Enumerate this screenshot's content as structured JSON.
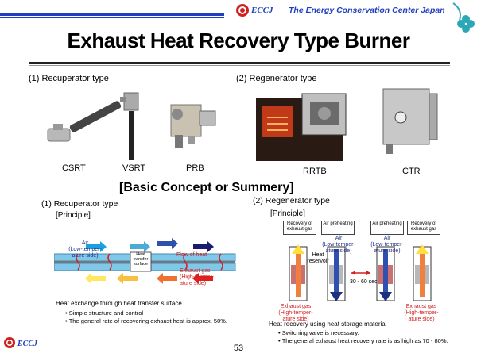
{
  "header": {
    "org_logo_text": "ECCJ",
    "org_name": "The Energy Conservation Center Japan"
  },
  "title": "Exhaust Heat Recovery Type Burner",
  "top_sections": {
    "recuperator": {
      "heading": "(1)  Recuperator type",
      "products": [
        "CSRT",
        "VSRT",
        "PRB"
      ]
    },
    "regenerator": {
      "heading": "(2)  Regenerator type",
      "products": [
        "RRTB",
        "CTR"
      ]
    }
  },
  "basic_concept_heading": "[Basic Concept or Summery]",
  "recuperator_principle": {
    "heading": "(1)  Recuperator type",
    "subheading": "[Principle]",
    "air_label": "Air\n(Low-temper-\nature side)",
    "surface_label": "Heat\ntransfer\nsurface",
    "flow_label": "Flow of heat",
    "exhaust_label": "Exhaust gas\n(High-temper-\nature side)",
    "summary": "Heat exchange through heat transfer surface",
    "bullets": [
      "Simple structure and control",
      "The general rate of recovering exhaust heat is approx. 50%."
    ]
  },
  "regenerator_principle": {
    "heading": "(2)  Regenerator type",
    "subheading": "[Principle]",
    "stage_labels": [
      "Recovery of exhaust gas",
      "Air preheating",
      "Air preheating",
      "Recovery of exhaust gas"
    ],
    "air_label": "Air\n(Low-temper-\nature side)",
    "reservoir_label": "Heat\nreservoir",
    "cycle_label": "30 - 60 sec.",
    "exhaust_label": "Exhaust gas\n(High-temper-\nature side)",
    "summary": "Heat recovery using heat storage material",
    "bullets": [
      "Switching valve is necessary.",
      "The general exhaust heat recovery rate is as high as 70 - 80%."
    ]
  },
  "footer": {
    "logo_text": "ECCJ",
    "page_number": "53"
  },
  "colors": {
    "brand_blue": "#1f3fbf",
    "hot_red": "#d02020",
    "cool_blue": "#203080",
    "bar_blue": "#7fc8ea",
    "arrow_yellow": "#ffe040"
  }
}
